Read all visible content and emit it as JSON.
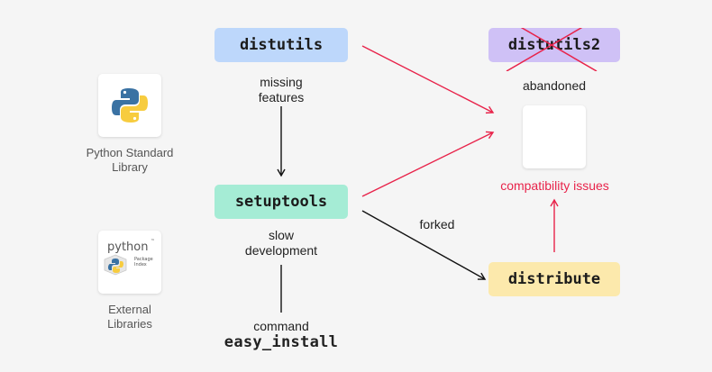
{
  "nodes": {
    "distutils": "distutils",
    "setuptools": "setuptools",
    "distutils2": "distutils2",
    "distribute": "distribute"
  },
  "labels": {
    "missing_features": [
      "missing",
      "features"
    ],
    "slow_development": [
      "slow",
      "development"
    ],
    "command": "command",
    "easy_install": "easy_install",
    "abandoned": "abandoned",
    "forked": "forked",
    "compatibility_issues": "compatibility issues"
  },
  "sidebar": {
    "python_standard_library": [
      "Python Standard",
      "Library"
    ],
    "external_libraries": [
      "External",
      "Libraries"
    ]
  },
  "logos": {
    "python_icon": "python-logo-icon",
    "pypi_icon": "pypi-logo-icon",
    "pypi_text": "python",
    "pypi_sub": [
      "Package",
      "Index"
    ],
    "pypi_tm": "™"
  },
  "colors": {
    "distutils": "#bdd7fb",
    "setuptools": "#a5ecd5",
    "distutils2": "#cfc1f6",
    "distribute": "#fce9ac",
    "red_accent": "#e8234a",
    "dark_arrow": "#111111",
    "python_blue": "#3a72a3",
    "python_yellow": "#f7cc3f"
  }
}
